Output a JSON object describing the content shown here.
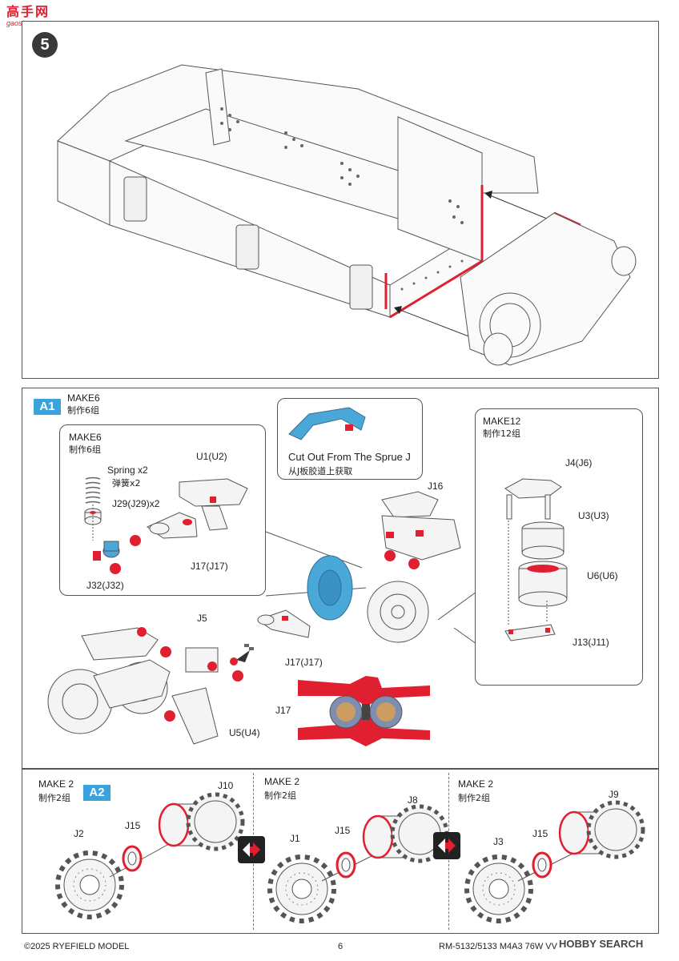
{
  "watermark": {
    "top": "高手网",
    "bottom": "gaoshou.com"
  },
  "step5": {
    "number": "5"
  },
  "sectionA1": {
    "tag": "A1",
    "make_en": "MAKE6",
    "make_cn": "制作6组",
    "sub1": {
      "make_en": "MAKE6",
      "make_cn": "制作6组",
      "spring_en": "Spring x2",
      "spring_cn": "弹簧x2",
      "parts": {
        "u1": "U1(U2)",
        "j29": "J29(J29)x2",
        "j32": "J32(J32)",
        "j17": "J17(J17)"
      }
    },
    "sprue": {
      "en": "Cut Out From The Sprue J",
      "cn": "从J板胶道上获取"
    },
    "parts": {
      "j16": "J16",
      "j17": "J17(J17)",
      "j5": "J5",
      "u5": "U5(U4)",
      "j17b": "J17"
    },
    "sub2": {
      "make_en": "MAKE12",
      "make_cn": "制作12组",
      "parts": {
        "j4": "J4(J6)",
        "u3": "U3(U3)",
        "u6": "U6(U6)",
        "j13": "J13(J11)"
      }
    }
  },
  "sectionA2": {
    "tag": "A2",
    "col1": {
      "make_en": "MAKE 2",
      "make_cn": "制作2组",
      "parts": {
        "a": "J10",
        "b": "J15",
        "c": "J2"
      }
    },
    "col2": {
      "make_en": "MAKE 2",
      "make_cn": "制作2组",
      "parts": {
        "a": "J8",
        "b": "J15",
        "c": "J1"
      }
    },
    "col3": {
      "make_en": "MAKE 2",
      "make_cn": "制作2组",
      "parts": {
        "a": "J9",
        "b": "J15",
        "c": "J3"
      }
    }
  },
  "footer": {
    "copyright": "©2025 RYEFIELD MODEL",
    "page": "6",
    "product": "RM-5132/5133 M4A3 76W VVSS",
    "brand": "HOBBY SEARCH"
  },
  "colors": {
    "accent_red": "#e02030",
    "tag_blue": "#3aa2dc",
    "part_blue": "#4aa8d8",
    "line": "#555555"
  }
}
